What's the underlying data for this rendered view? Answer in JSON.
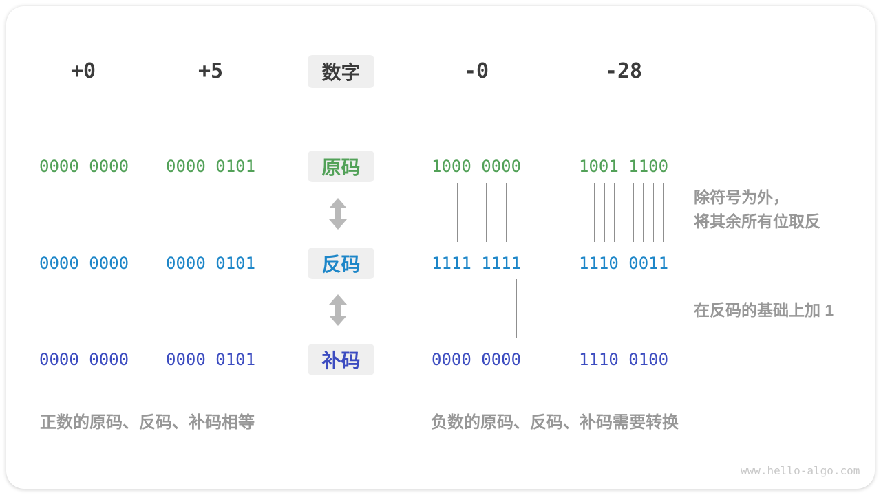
{
  "palette": {
    "header_text": "#3b3b3b",
    "green": "#52a158",
    "blue": "#1d86c8",
    "indigo": "#3c4cc0",
    "note_gray": "#979797",
    "box_bg": "#efefef",
    "connector_line": "#8f8f8f",
    "arrow_gray": "#b9b9b9",
    "watermark_gray": "#c9c9c9"
  },
  "header": {
    "columns": [
      "+0",
      "+5",
      "-0",
      "-28"
    ],
    "label": "数字"
  },
  "rows": [
    {
      "label": "原码",
      "values": [
        "0000 0000",
        "0000 0101",
        "1000 0000",
        "1001 1100"
      ]
    },
    {
      "label": "反码",
      "values": [
        "0000 0000",
        "0000 0101",
        "1111 1111",
        "1110 0011"
      ]
    },
    {
      "label": "补码",
      "values": [
        "0000 0000",
        "0000 0101",
        "0000 0000",
        "1110 0100"
      ]
    }
  ],
  "annotations": {
    "invert_line1": "除符号为外，",
    "invert_line2": "将其余所有位取反",
    "add_one": "在反码的基础上加 1"
  },
  "captions": {
    "positive": "正数的原码、反码、补码相等",
    "negative": "负数的原码、反码、补码需要转换"
  },
  "watermark": "www.hello-algo.com"
}
